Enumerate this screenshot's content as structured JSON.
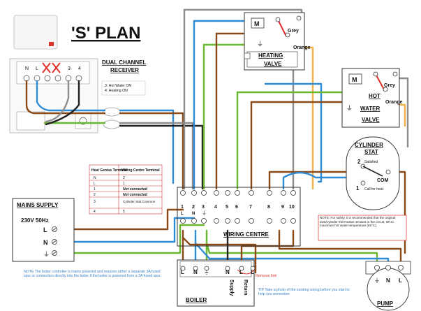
{
  "title": "'S' PLAN",
  "receiver": {
    "title_line1": "DUAL CHANNEL",
    "title_line2": "RECEIVER",
    "terminals": [
      "N",
      "L",
      "",
      "",
      "3",
      "4"
    ],
    "legend_line1": "3: Hot Water ON",
    "legend_line2": "4: Heating ON"
  },
  "heating_valve": {
    "motor": "M",
    "grey": "Grey",
    "orange": "Orange",
    "label_line1": "HEATING",
    "label_line2": "VALVE"
  },
  "hot_water_valve": {
    "motor": "M",
    "grey": "Grey",
    "orange": "Orange",
    "label_line1": "HOT",
    "label_line2": "WATER",
    "label_line3": "VALVE"
  },
  "cylinder_stat": {
    "title_line1": "CYLINDER",
    "title_line2": "STAT",
    "t2": "2",
    "t2_label": "Satisfied",
    "com": "COM",
    "t1": "1",
    "t1_label": "Call for heat"
  },
  "terminal_table": {
    "headers": [
      "Heat Genius Terminal",
      "Wiring Centre Terminal"
    ],
    "rows": [
      [
        "N",
        "2"
      ],
      [
        "L",
        "1"
      ],
      [
        "1",
        "Not connected"
      ],
      [
        "2",
        "Not connected"
      ],
      [
        "3",
        "Cylinder Stat Common"
      ],
      [
        "4",
        "5"
      ]
    ]
  },
  "mains": {
    "title": "MAINS SUPPLY",
    "voltage": "230V  50Hz",
    "L": "L",
    "N": "N",
    "earth": "⏚"
  },
  "wiring_centre": {
    "label": "WIRING CENTRE",
    "numbers": [
      "1",
      "2",
      "3",
      "4",
      "5",
      "6",
      "7",
      "8",
      "9",
      "10"
    ],
    "sub_L": "L",
    "sub_N": "N",
    "sub_earth": "⏚"
  },
  "note_safety": "NOTE: For safety, it is recommended that the original tank/cylinder thermostat remains in the circuit, left to maximum hot water temperature (65°C).",
  "boiler": {
    "label": "BOILER",
    "terminals": [
      "L",
      "N",
      "⏚",
      "N",
      "L",
      "L"
    ],
    "supply": "Supply",
    "return": "Return",
    "remove_link": "Remove link"
  },
  "note_boiler": "NOTE The boiler controller is mains powered and requires either a separate 3A fused spur or connection directly into the boiler if the boiler is powered from a 3A fused spur.",
  "tip": "TIP Take a photo of the existing wiring before you start to help you remember",
  "pump": {
    "label": "PUMP",
    "earth": "⏚",
    "N": "N",
    "L": "L"
  },
  "colors": {
    "brown": "#8a4a18",
    "blue": "#2e8bd6",
    "green": "#69b82f",
    "grey": "#8d8d8d",
    "orange": "#f2b14a",
    "accent_red": "#e0302a"
  }
}
